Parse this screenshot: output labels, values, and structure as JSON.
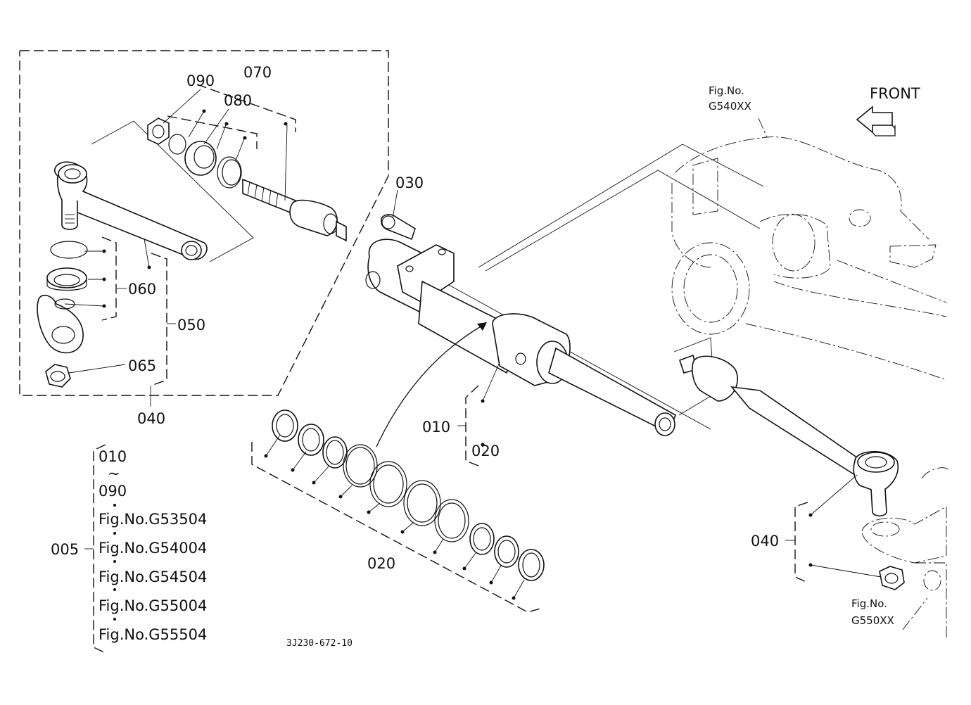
{
  "labels": {
    "p090": "090",
    "p070": "070",
    "p080": "080",
    "p030": "030",
    "p060": "060",
    "p050": "050",
    "p065": "065",
    "p040_left": "040",
    "p010": "010",
    "p020_upper": "020",
    "p020_seals": "020",
    "p040_right": "040",
    "front": "FRONT"
  },
  "fig_refs": {
    "g540": {
      "line1": "Fig.No.",
      "line2": "G540XX"
    },
    "g550": {
      "line1": "Fig.No.",
      "line2": "G550XX"
    }
  },
  "legend": {
    "code": "005",
    "range_from": "010",
    "range_sep": "~",
    "range_to": "090",
    "figs": [
      "Fig.No.G53504",
      "Fig.No.G54004",
      "Fig.No.G54504",
      "Fig.No.G55004",
      "Fig.No.G55504"
    ]
  },
  "drawing_number": "3J230-672-10",
  "icons": {
    "front_arrow": "front-arrow-icon"
  },
  "colors": {
    "line": "#111111",
    "background": "#ffffff"
  }
}
